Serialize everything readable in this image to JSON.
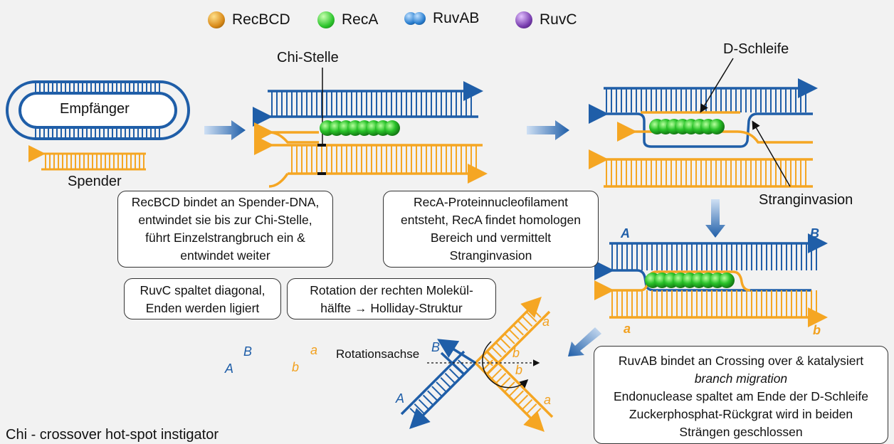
{
  "legend": [
    {
      "label": "RecBCD",
      "color": "#d98b1a"
    },
    {
      "label": "RecA",
      "color": "#2dc52d"
    },
    {
      "label": "RuvAB",
      "color": "#2a7fd0"
    },
    {
      "label": "RuvC",
      "color": "#7a3fb0"
    }
  ],
  "colors": {
    "blue": "#1f5ea8",
    "orange": "#f5a623",
    "arrow": "#2e75b6",
    "green": "#2dc52d"
  },
  "labels": {
    "empfaenger": "Empfänger",
    "spender": "Spender",
    "chi_stelle": "Chi-Stelle",
    "d_schleife": "D-Schleife",
    "stranginvasion": "Stranginvasion",
    "rotationsachse": "Rotationsachse",
    "footer": "Chi - crossover hot-spot instigator"
  },
  "boxes": {
    "recbcd": [
      "RecBCD bindet an Spender-DNA,",
      "entwindet sie bis zur Chi-Stelle,",
      "führt Einzelstrangbruch ein &",
      "entwindet weiter"
    ],
    "reca": [
      "RecA-Proteinnucleofilament",
      "entsteht, RecA findet homologen",
      "Bereich und vermittelt",
      "Stranginvasion"
    ],
    "ruvc": [
      "RuvC spaltet diagonal,",
      "Enden werden ligiert"
    ],
    "rotation": [
      "Rotation der rechten Molekül-",
      "hälfte → Holliday-Struktur"
    ],
    "ruvab": {
      "line1": "RuvAB bindet an Crossing over & katalysiert",
      "line2": "branch migration",
      "line3": "Endonuclease spaltet am Ende der D-Schleife",
      "line4": "Zuckerphosphat-Rückgrat wird in beiden",
      "line5": "Strängen geschlossen"
    }
  },
  "strand_letters": {
    "A": "A",
    "B": "B",
    "a": "a",
    "b": "b"
  }
}
